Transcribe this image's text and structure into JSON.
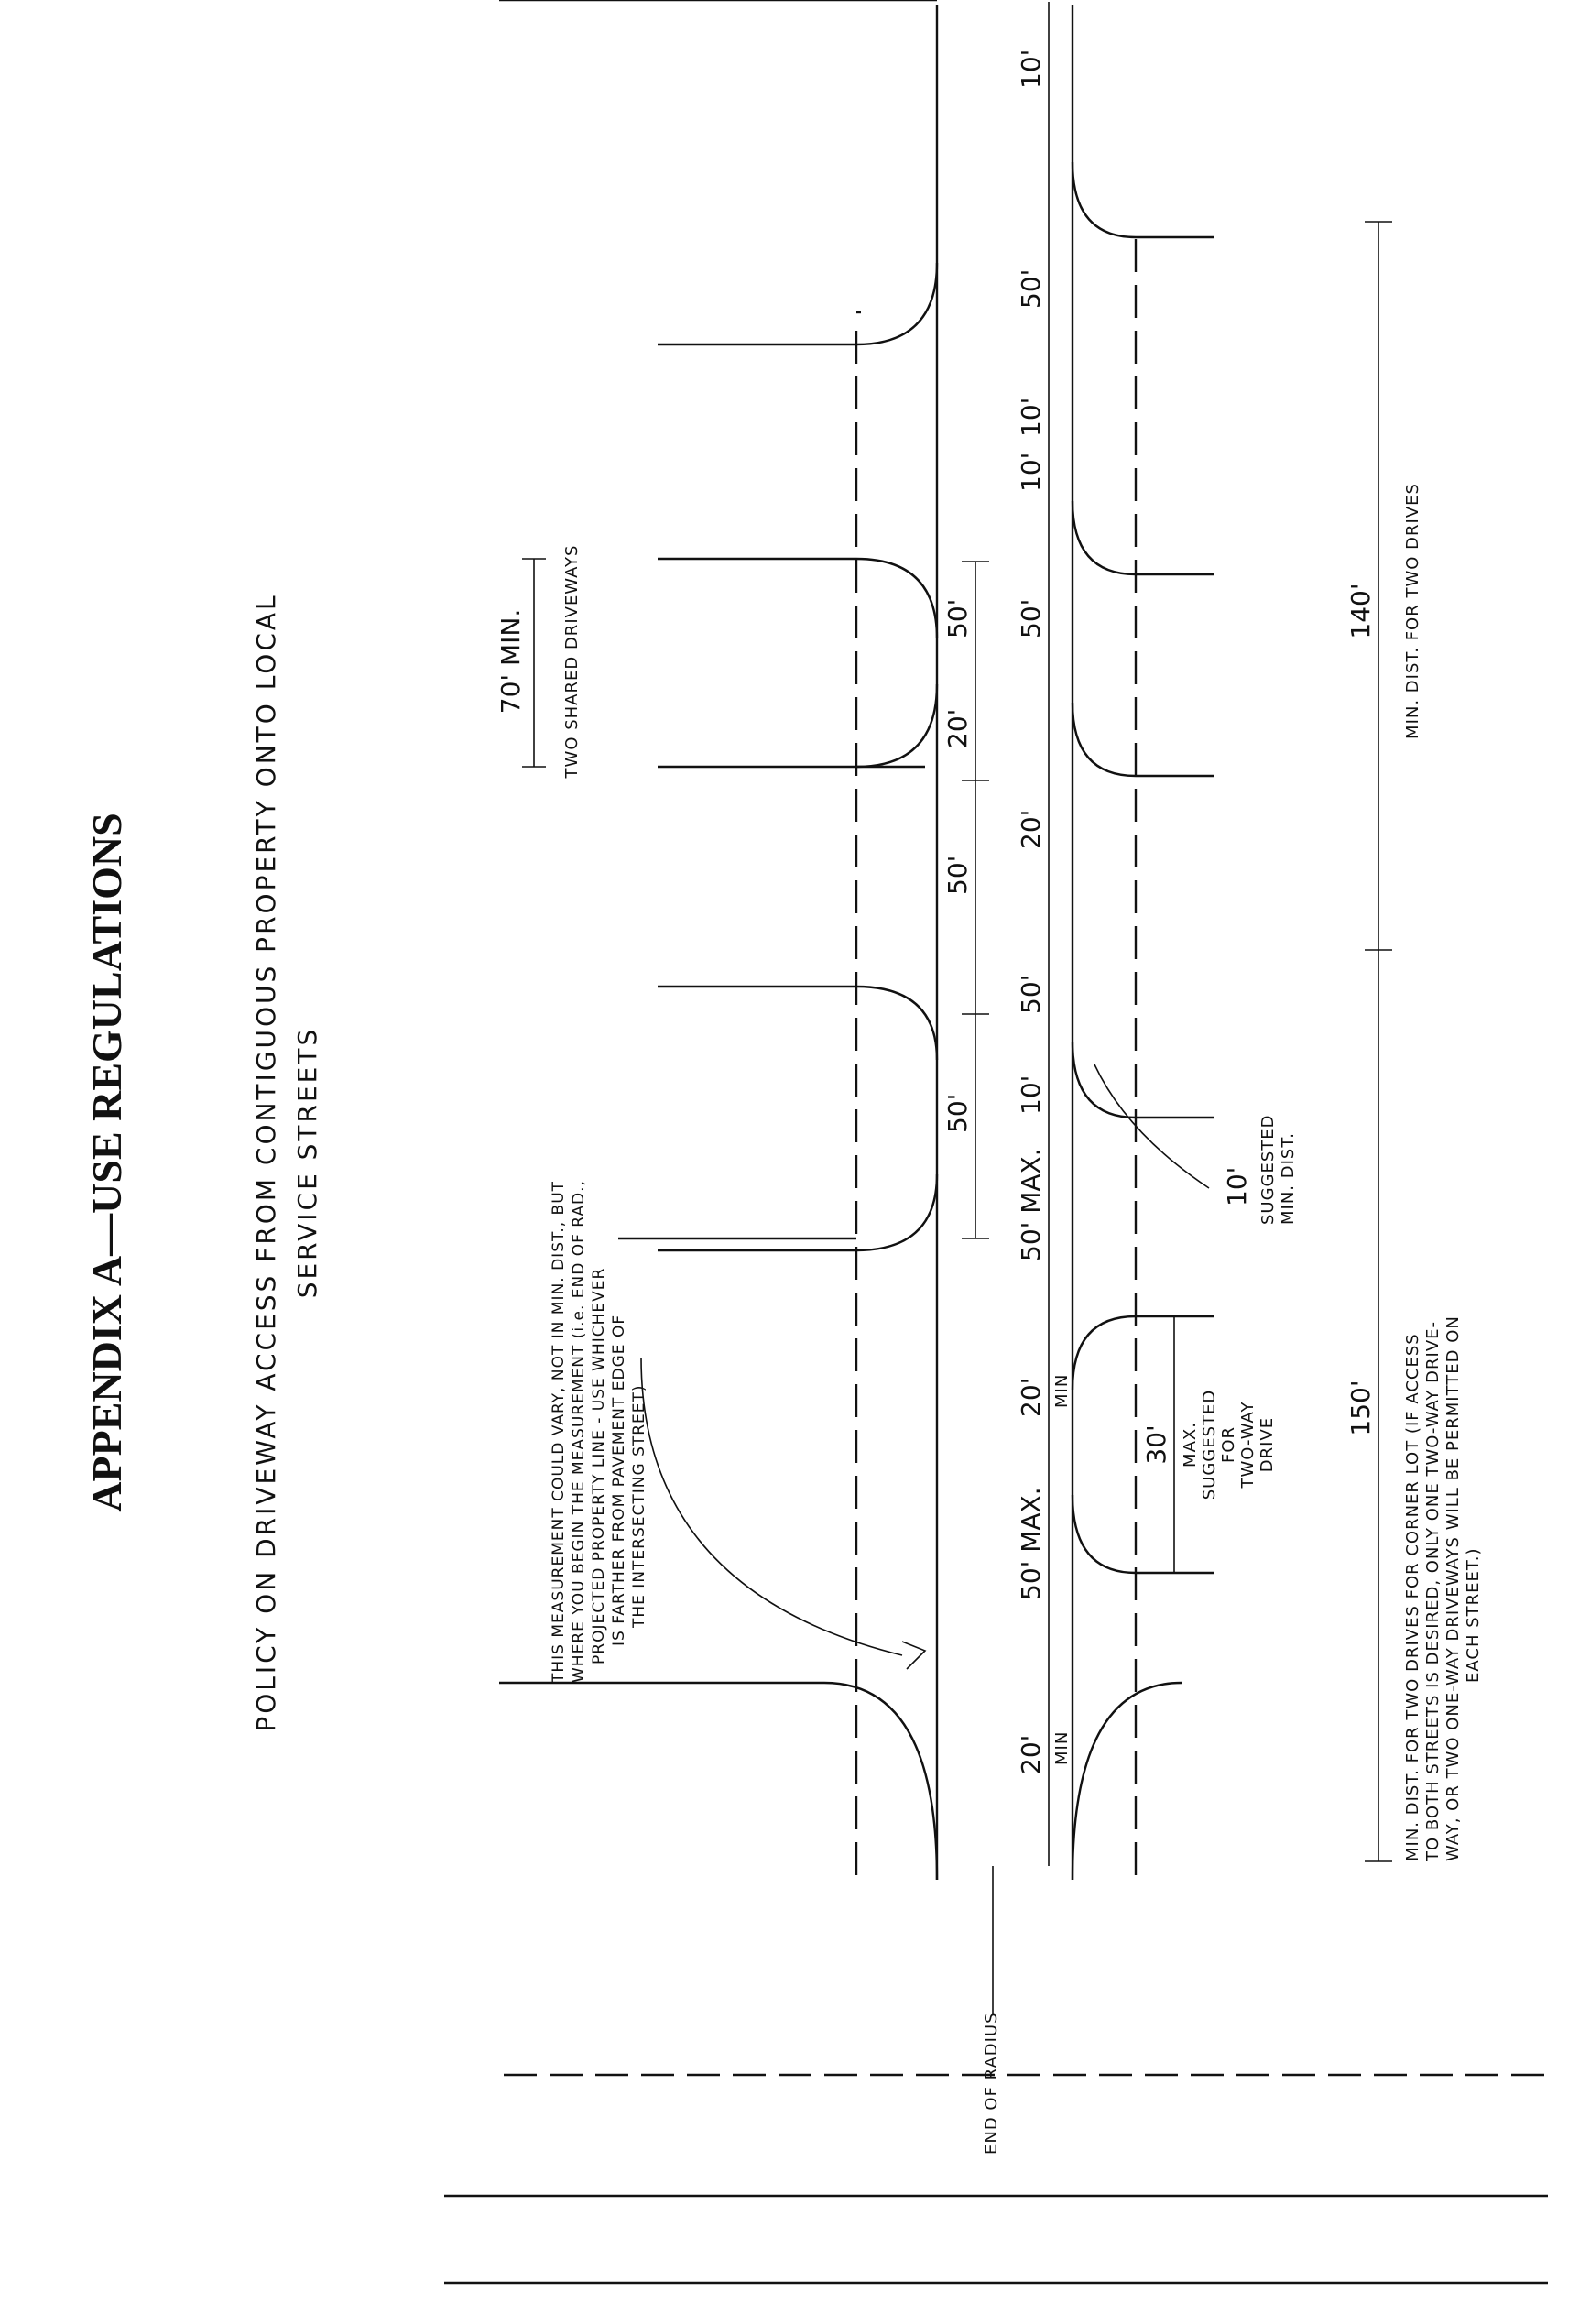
{
  "title": "APPENDIX A—USE REGULATIONS",
  "subtitle_line1": "POLICY ON DRIVEWAY ACCESS FROM CONTIGUOUS PROPERTY ONTO LOCAL",
  "subtitle_line2": "SERVICE STREETS",
  "note_measurement": [
    "THIS MEASUREMENT COULD VARY, NOT IN MIN. DIST., BUT",
    "WHERE YOU BEGIN THE MEASUREMENT (i.e. END OF RAD.,",
    "PROJECTED PROPERTY LINE - USE WHICHEVER",
    "IS FARTHER FROM PAVEMENT EDGE OF",
    "THE INTERSECTING STREET)"
  ],
  "end_of_radius": "END OF RADIUS",
  "dim_70": "70' MIN.",
  "two_shared": "TWO SHARED DRIVEWAYS",
  "upper_dims": [
    "50'",
    "50'",
    "20'",
    "50'"
  ],
  "lower_dims": [
    {
      "value": "20'",
      "sub": "MIN"
    },
    {
      "value": "50' MAX.",
      "sub": ""
    },
    {
      "value": "20'",
      "sub": "MIN"
    },
    {
      "value": "50' MAX.",
      "sub": ""
    },
    {
      "value": "10'",
      "sub": ""
    },
    {
      "value": "50'",
      "sub": ""
    },
    {
      "value": "20'",
      "sub": ""
    },
    {
      "value": "50'",
      "sub": ""
    },
    {
      "value": "10'",
      "sub": ""
    },
    {
      "value": "10'",
      "sub": ""
    },
    {
      "value": "50'",
      "sub": ""
    },
    {
      "value": "10'",
      "sub": ""
    }
  ],
  "dim_30": "30'",
  "max_suggested": [
    "MAX.",
    "SUGGESTED",
    "FOR",
    "TWO-WAY",
    "DRIVE"
  ],
  "dim_10_suggested": "10'",
  "suggested_min": [
    "SUGGESTED",
    "MIN. DIST."
  ],
  "dim_150": "150'",
  "dim_140": "140'",
  "min_dist_two_drives": "MIN. DIST. FOR TWO DRIVES",
  "corner_note": [
    "MIN. DIST. FOR TWO DRIVES FOR CORNER LOT (IF ACCESS",
    "TO BOTH STREETS IS DESIRED, ONLY ONE TWO-WAY DRIVE-",
    "WAY, OR TWO ONE-WAY DRIVEWAYS WILL BE PERMITTED ON",
    "EACH STREET.)"
  ]
}
